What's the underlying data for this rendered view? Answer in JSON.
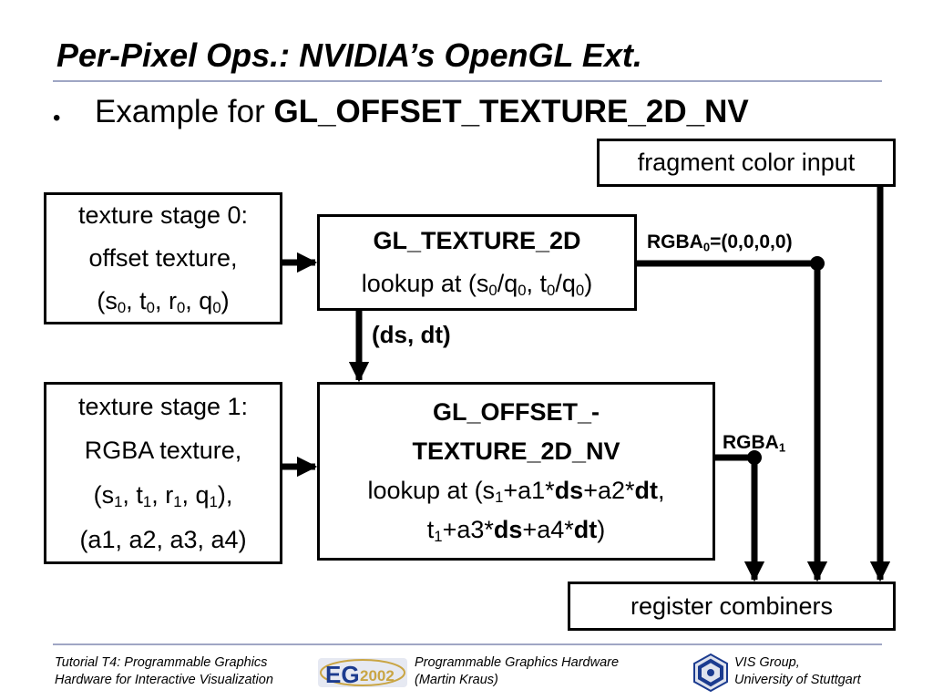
{
  "slide": {
    "title": "Per-Pixel Ops.: NVIDIA’s OpenGL Ext.",
    "bullet": {
      "prefix": "Example for ",
      "bold": "GL_OFFSET_TEXTURE_2D_NV"
    }
  },
  "diagram": {
    "fragment_box": {
      "text": "fragment color input"
    },
    "stage0_box": {
      "line1": "texture stage 0:",
      "line2": "offset texture,",
      "line3": {
        "open": "(s",
        "s_sub": "0",
        "t": ", t",
        "t_sub": "0",
        "r": ", r",
        "r_sub": "0",
        "q": ", q",
        "q_sub": "0",
        "close": ")"
      }
    },
    "stage1_box": {
      "line1": "texture stage 1:",
      "line2": "RGBA texture,",
      "line3": {
        "open": "(s",
        "s_sub": "1",
        "t": ", t",
        "t_sub": "1",
        "r": ", r",
        "r_sub": "1",
        "q": ", q",
        "q_sub": "1",
        "close": "),"
      },
      "line4": "(a1, a2, a3, a4)"
    },
    "tex2d_box": {
      "title": "GL_TEXTURE_2D",
      "lookup": {
        "prefix": "lookup at (s",
        "s_sub": "0",
        "mid1": "/q",
        "q1_sub": "0",
        "mid2": ", t",
        "t_sub": "0",
        "mid3": "/q",
        "q2_sub": "0",
        "close": ")"
      }
    },
    "offset_box": {
      "title1": "GL_OFFSET_-",
      "title2": "TEXTURE_2D_NV",
      "lookup1": {
        "prefix": "lookup at (s",
        "s_sub": "1",
        "a": "+a1*",
        "ds": "ds",
        "b": "+a2*",
        "dt": "dt",
        "end": ","
      },
      "lookup2": {
        "t": "t",
        "t_sub": "1",
        "a": "+a3*",
        "ds": "ds",
        "b": "+a4*",
        "dt": "dt",
        "close": ")"
      }
    },
    "register_box": {
      "text": "register combiners"
    },
    "labels": {
      "rgba0": {
        "base": "RGBA",
        "sub": "0",
        "value": "=(0,0,0,0)"
      },
      "rgba1": {
        "base": "RGBA",
        "sub": "1"
      },
      "dsdt": "(ds, dt)"
    }
  },
  "footer": {
    "left": [
      "Tutorial T4: Programmable Graphics",
      "Hardware for Interactive Visualization"
    ],
    "middle": [
      "Programmable Graphics Hardware",
      "(Martin Kraus)"
    ],
    "right": [
      "VIS Group,",
      "University of Stuttgart"
    ],
    "eg_logo": {
      "icon": "eg2002-logo",
      "text_eg": "EG",
      "text_year": "2002"
    },
    "vis_logo": {
      "icon": "vis-group-logo"
    }
  },
  "colors": {
    "rule": "#9fa6c4",
    "eg_logo_blue": "#1b3b8f",
    "eg_logo_gold": "#c9a544"
  }
}
